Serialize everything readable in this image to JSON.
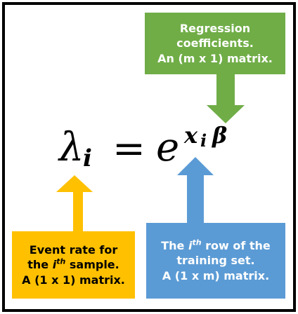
{
  "equation": {
    "lambda": "λ",
    "subscript_i": "i",
    "equals": "=",
    "base": "e",
    "exp_x": "x",
    "exp_i": "i",
    "exp_beta": "β"
  },
  "callouts": {
    "coefficients": {
      "line1": "Regression",
      "line2": "coefficients.",
      "line3": "An (m x 1) matrix."
    },
    "event_rate": {
      "line1": "Event rate for",
      "line2_pre": "the ",
      "line2_i": "i",
      "line2_sup": "th",
      "line2_post": " sample.",
      "line3": "A (1 x 1) matrix."
    },
    "row": {
      "line1_pre": "The ",
      "line1_i": "i",
      "line1_sup": "th",
      "line1_post": " row of the",
      "line2": "training set.",
      "line3": "A (1 x m) matrix."
    }
  },
  "colors": {
    "green": "#70ad47",
    "yellow": "#ffc000",
    "blue": "#5b9bd5",
    "frame": "#000000"
  }
}
